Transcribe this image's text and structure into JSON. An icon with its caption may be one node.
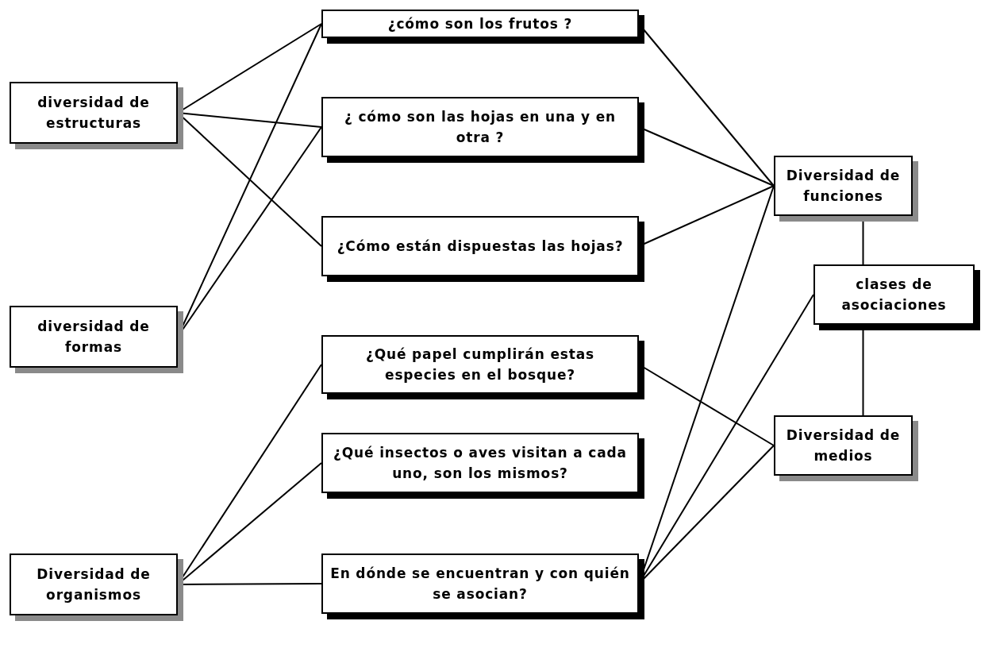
{
  "diagram": {
    "nodes": [
      {
        "text": [
          "diversidad de estructuras"
        ]
      },
      {
        "text": [
          "diversidad de formas"
        ]
      },
      {
        "text": [
          "Diversidad de organismos"
        ]
      },
      {
        "text": [
          "¿cómo son los frutos ?"
        ]
      },
      {
        "text": [
          "¿ cómo son las hojas en una y en otra ?"
        ]
      },
      {
        "text": [
          "¿Cómo están dispuestas las hojas?"
        ]
      },
      {
        "text": [
          "¿Qué papel cumplirán estas especies en el bosque?"
        ]
      },
      {
        "text": [
          "¿Qué insectos o aves visitan a cada uno, son los mismos?"
        ]
      },
      {
        "text": [
          "En dónde se encuentran y con quién se asocian?"
        ]
      },
      {
        "text": [
          "Diversidad de funciones"
        ]
      },
      {
        "text": [
          "clases de asociaciones"
        ]
      },
      {
        "text": [
          "Diversidad de medios"
        ]
      }
    ],
    "edges": [
      {
        "from": 0,
        "to": 3,
        "arrow": "none"
      },
      {
        "from": 0,
        "to": 4,
        "arrow": "none"
      },
      {
        "from": 0,
        "to": 5,
        "arrow": "none"
      },
      {
        "from": 1,
        "to": 3,
        "arrow": "none"
      },
      {
        "from": 1,
        "to": 4,
        "arrow": "none"
      },
      {
        "from": 2,
        "to": 6,
        "arrow": "none"
      },
      {
        "from": 2,
        "to": 7,
        "arrow": "none"
      },
      {
        "from": 2,
        "to": 8,
        "arrow": "none"
      },
      {
        "from": 3,
        "to": 9,
        "arrow": "none"
      },
      {
        "from": 4,
        "to": 9,
        "arrow": "none"
      },
      {
        "from": 5,
        "to": 9,
        "arrow": "none"
      },
      {
        "from": 6,
        "to": 11,
        "arrow": "none"
      },
      {
        "from": 8,
        "to": 9,
        "arrow": "none"
      },
      {
        "from": 8,
        "to": 10,
        "arrow": "none"
      },
      {
        "from": 8,
        "to": 11,
        "arrow": "none"
      },
      {
        "from": 9,
        "to": 10,
        "arrow": "none"
      },
      {
        "from": 10,
        "to": 11,
        "arrow": "none"
      }
    ]
  }
}
